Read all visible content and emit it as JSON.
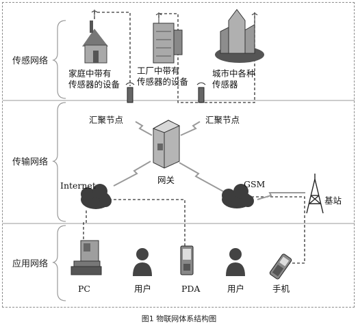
{
  "layers": {
    "sensing": "传感网络",
    "transport": "传输网络",
    "application": "应用网络"
  },
  "devices": {
    "home": "家庭中带有\n传感器的设备",
    "factory": "工厂中带有\n传感器的设备",
    "city": "城市中各种\n传感器",
    "sink_left": "汇聚节点",
    "sink_right": "汇聚节点",
    "gateway": "网关",
    "internet": "Internet",
    "gsm": "GSM",
    "base_station": "基站",
    "pc": "PC",
    "user1": "用户",
    "pda": "PDA",
    "user2": "用户",
    "phone": "手机"
  },
  "caption": "图1 物联网体系结构图"
}
